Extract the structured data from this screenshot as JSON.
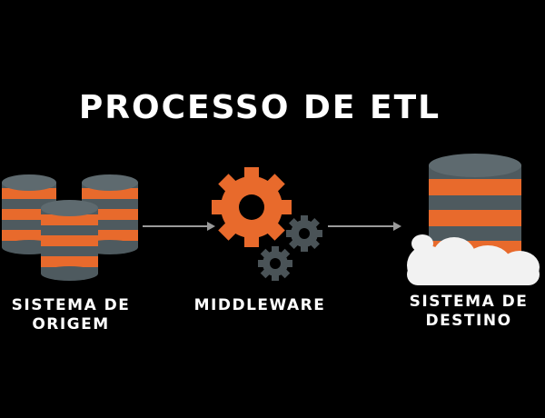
{
  "title": "PROCESSO DE ETL",
  "nodes": [
    {
      "line1": "SISTEMA DE",
      "line2": "ORIGEM",
      "icon": "database-stack-icon"
    },
    {
      "line1": "MIDDLEWARE",
      "line2": "",
      "icon": "gears-icon"
    },
    {
      "line1": "SISTEMA DE",
      "line2": "DESTINO",
      "icon": "cloud-database-icon"
    }
  ],
  "colors": {
    "background": "#000000",
    "accent_orange": "#e86a2c",
    "database_gray": "#4e5a5f",
    "gear_gray": "#4a5357",
    "arrow": "#9a9a9a",
    "cloud": "#f2f2f2",
    "text": "#ffffff"
  }
}
